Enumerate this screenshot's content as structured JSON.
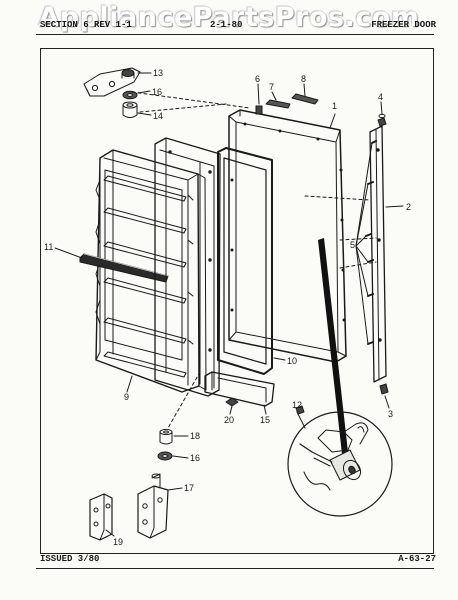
{
  "watermark": "AppliancePartsPros.com",
  "header": {
    "left": "SECTION 6 REV 1-1",
    "mid": "2-1-80",
    "right": "FREEZER DOOR"
  },
  "footer": {
    "issued": "ISSUED 3/80",
    "code": "A-63-27"
  },
  "callouts": [
    "1",
    "2",
    "3",
    "4",
    "5",
    "6",
    "7",
    "8",
    "9",
    "10",
    "11",
    "12",
    "13",
    "14",
    "15",
    "16",
    "16",
    "17",
    "18",
    "19",
    "20"
  ],
  "colors": {
    "line": "#1a1a1a",
    "paper": "#fbfbf8"
  }
}
